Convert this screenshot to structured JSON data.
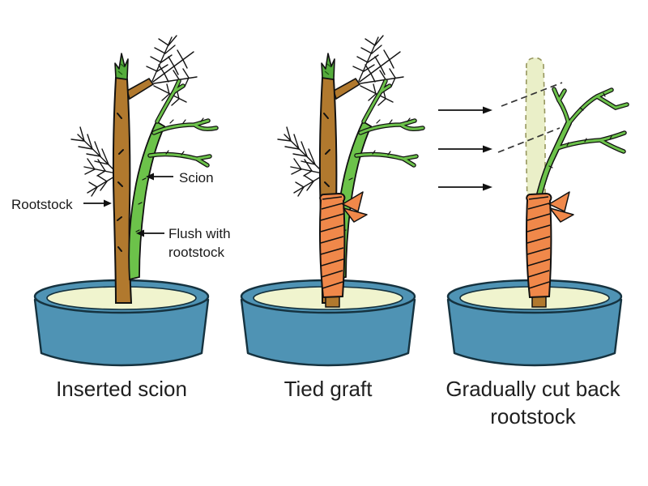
{
  "figure": {
    "panels": [
      {
        "caption": "Inserted scion"
      },
      {
        "caption": "Tied graft"
      },
      {
        "caption_line1": "Gradually cut back",
        "caption_line2": "rootstock"
      }
    ],
    "labels": {
      "rootstock": "Rootstock",
      "scion": "Scion",
      "flush_line1": "Flush with",
      "flush_line2": "rootstock"
    },
    "icons": {
      "pointer_arrows": "right-arrow-icon",
      "cut_marks": "dashed-cut-line"
    },
    "colors": {
      "pot_blue": "#4F93B4",
      "pot_outline": "#15323F",
      "soil_cream": "#F0F4CE",
      "rootstock_brown": "#B1792E",
      "scion_green": "#6CC24A",
      "bud_green": "#55AC3C",
      "tie_orange": "#F0884A",
      "ghost_stem_fill": "#EAEFC8",
      "ghost_stem_dash": "#96965E",
      "line_black": "#111111",
      "text_black": "#1A1A1A"
    }
  }
}
